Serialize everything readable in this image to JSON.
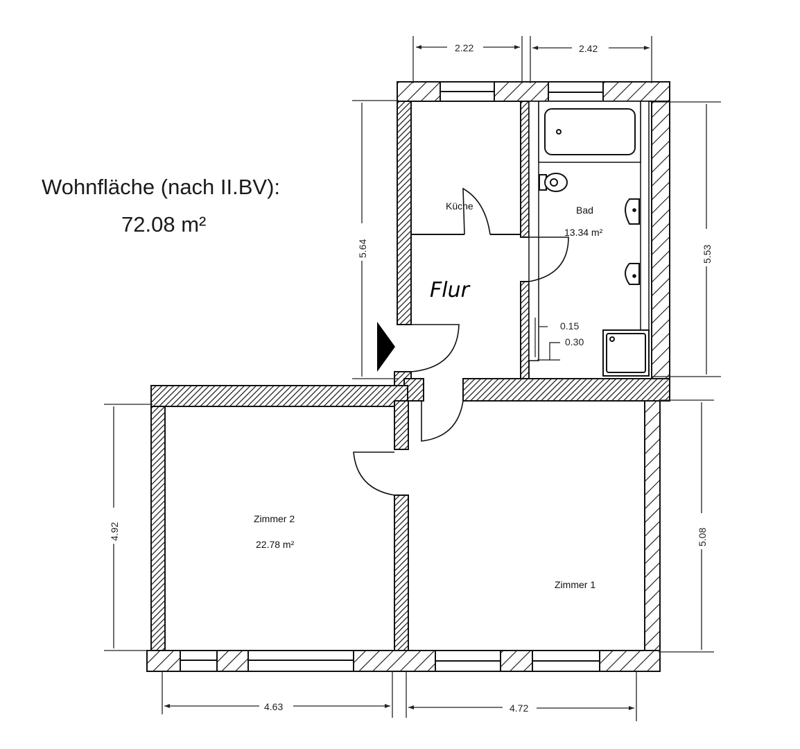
{
  "header": {
    "title": "Wohnfläche (nach II.BV):",
    "total_area": "72.08 m²"
  },
  "rooms": [
    {
      "name": "Küche",
      "area": ""
    },
    {
      "name": "Bad",
      "area": "13.34 m²"
    },
    {
      "name": "Flur",
      "area": ""
    },
    {
      "name": "Zimmer 2",
      "area": "22.78 m²"
    },
    {
      "name": "Zimmer 1",
      "area": ""
    }
  ],
  "dimensions": {
    "top_left": "2.22",
    "top_right": "2.42",
    "left_upper": "5.64",
    "right_upper": "5.53",
    "left_lower": "4.92",
    "right_lower": "5.08",
    "bottom_left": "4.63",
    "bottom_right": "4.72",
    "detail_a": "0.15",
    "detail_b": "0.30"
  },
  "colors": {
    "wall_hatch": "#111111",
    "background": "#ffffff"
  },
  "icons": [
    "entrance-arrow-icon",
    "bathtub-icon",
    "toilet-icon",
    "sink-icon",
    "shower-tray-icon"
  ]
}
